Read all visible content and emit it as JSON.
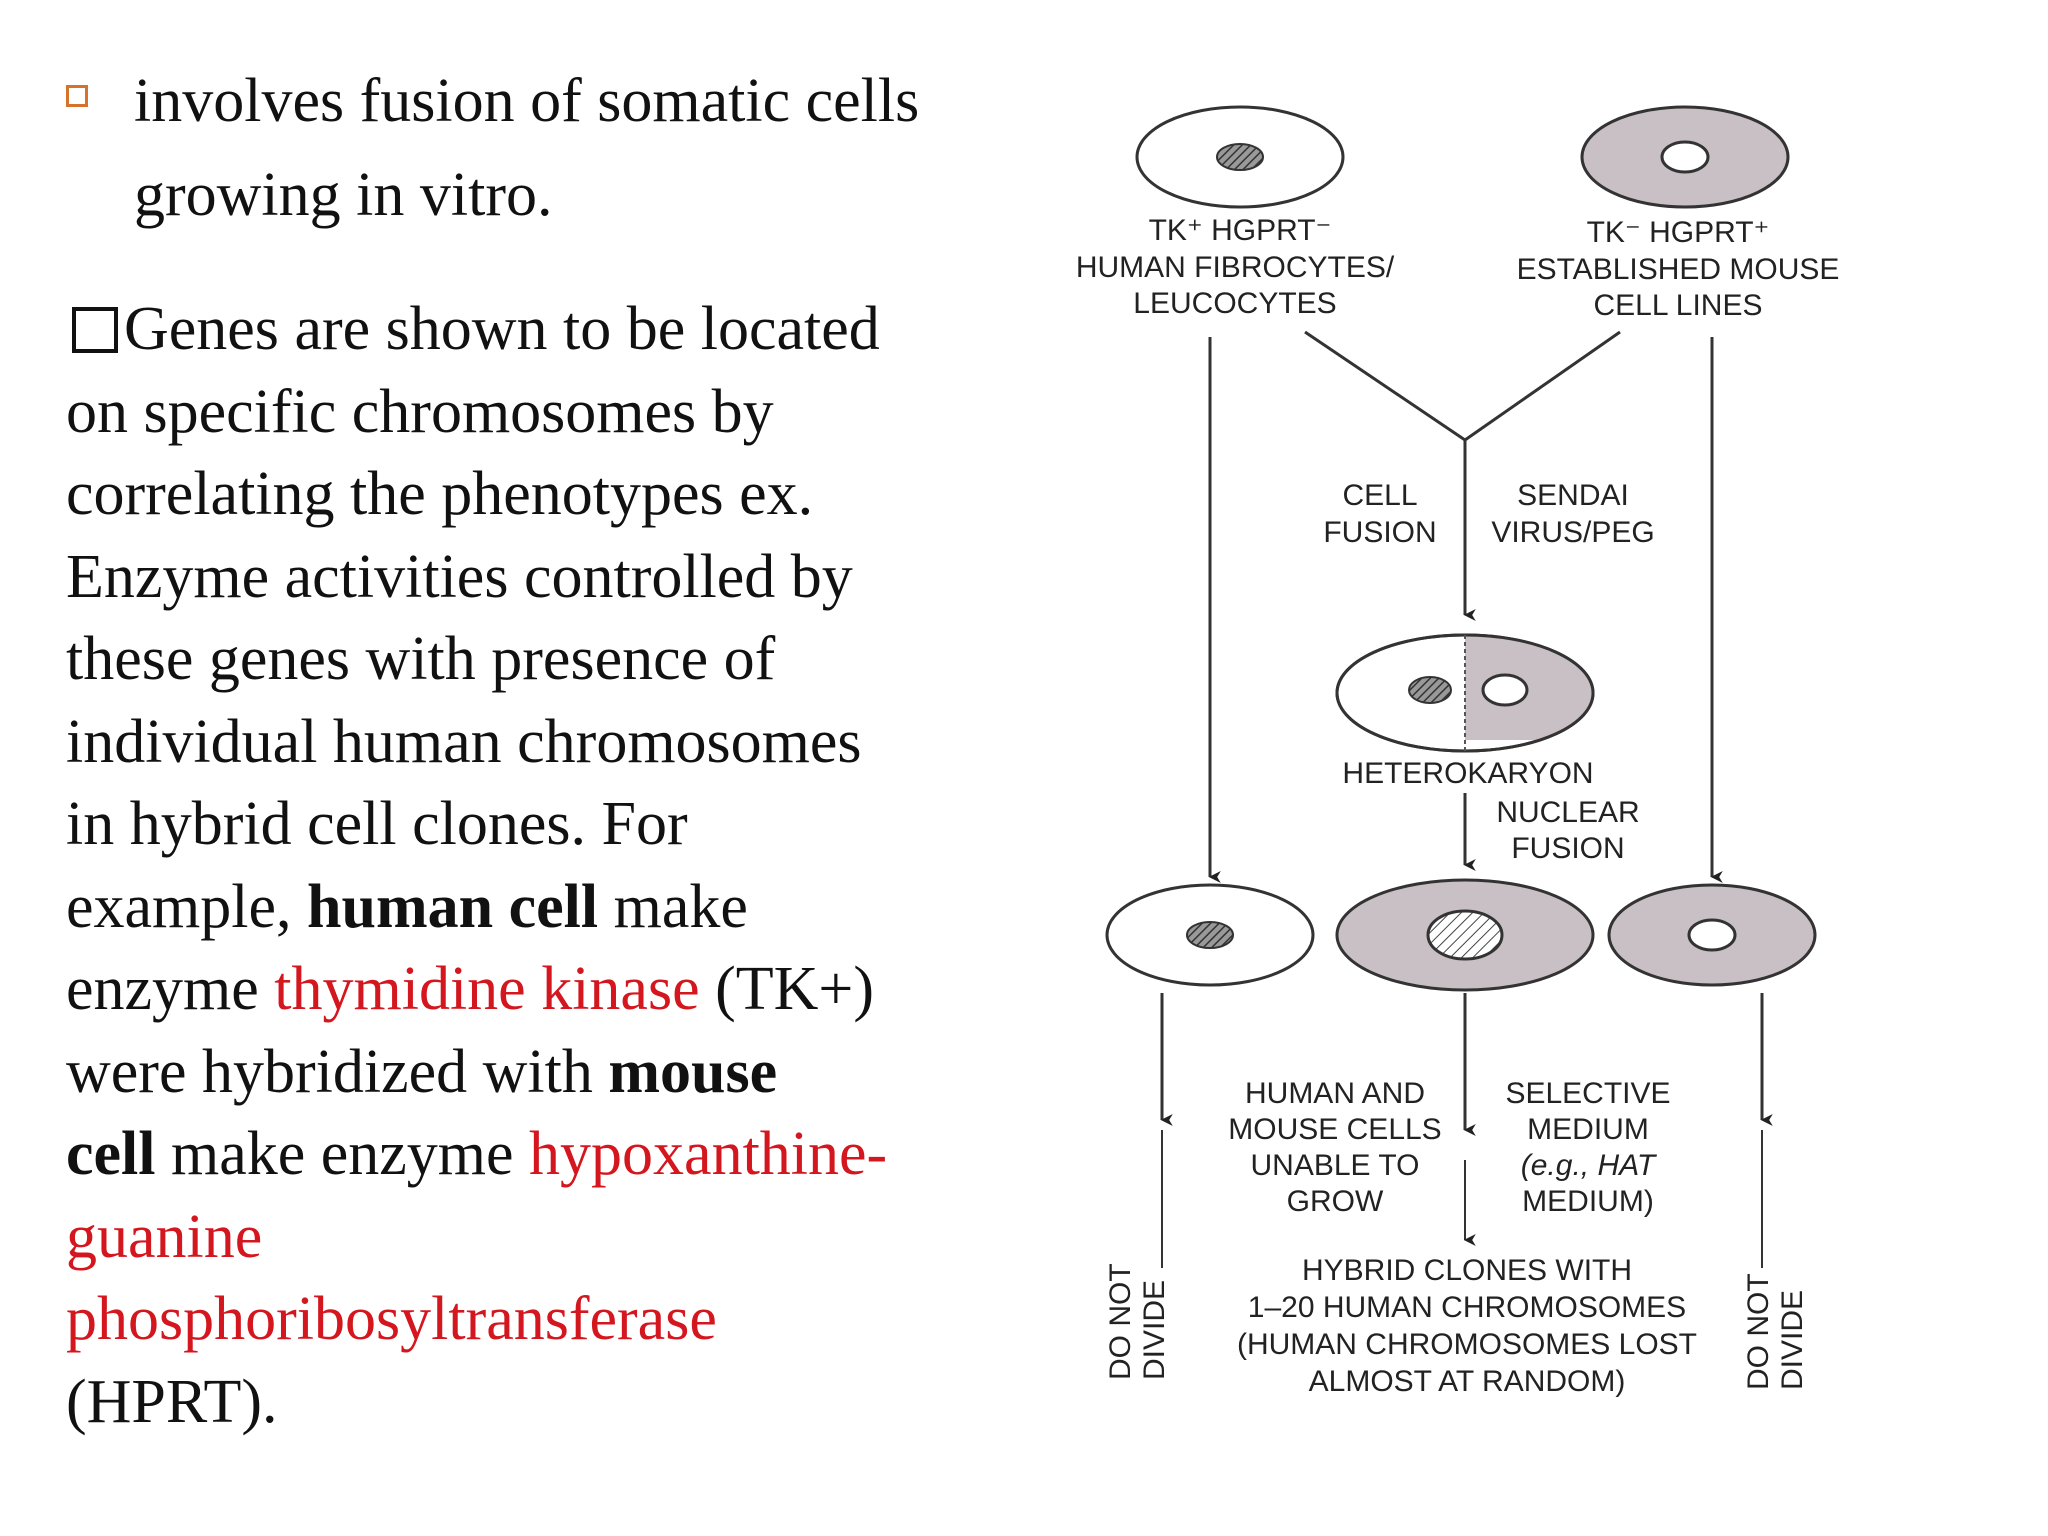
{
  "bullet": {
    "text_line1": "involves fusion of somatic cells",
    "text_line2": "growing in vitro."
  },
  "paragraph": {
    "line1": "Genes are shown to be located",
    "line2": "on  specific chromosomes by",
    "line3": "correlating the phenotypes ex.",
    "line4": "Enzyme activities controlled by",
    "line5": "these genes with presence of",
    "line6": "individual human chromosomes",
    "line7": "in hybrid cell clones. For",
    "line8_pre": "example, ",
    "line8_bold": "human cell",
    "line8_post": " make",
    "line9_pre": "enzyme ",
    "line9_red": "thymidine kinase",
    "line9_post": " (TK+)",
    "line10_pre": "were hybridized with  ",
    "line10_bold": "mouse",
    "line11_bold": "cell",
    "line11_pre": " make enzyme ",
    "line11_red": "hypoxanthine-",
    "line12_red": "guanine",
    "line13_red": "phosphoribosyltransferase",
    "line14": "(HPRT)."
  },
  "diagram": {
    "human_genotype": "TK⁺ HGPRT⁻",
    "human_line1": "HUMAN FIBROCYTES/",
    "human_line2": "LEUCOCYTES",
    "mouse_genotype": "TK⁻ HGPRT⁺",
    "mouse_line1": "ESTABLISHED MOUSE",
    "mouse_line2": "CELL LINES",
    "fusion_left1": "CELL",
    "fusion_left2": "FUSION",
    "fusion_right1": "SENDAI",
    "fusion_right2": "VIRUS/PEG",
    "heterokaryon": "HETEROKARYON",
    "nuclear1": "NUCLEAR",
    "nuclear2": "FUSION",
    "unable1": "HUMAN AND",
    "unable2": "MOUSE CELLS",
    "unable3": "UNABLE TO",
    "unable4": "GROW",
    "selective1": "SELECTIVE",
    "selective2": "MEDIUM",
    "selective3": "(e.g., HAT",
    "selective4": "MEDIUM)",
    "hybrid1": "HYBRID CLONES WITH",
    "hybrid2": "1–20 HUMAN CHROMOSOMES",
    "hybrid3": "(HUMAN CHROMOSOMES LOST",
    "hybrid4": "ALMOST AT RANDOM)",
    "do_not1": "DO NOT",
    "do_not2": "DIVIDE"
  },
  "colors": {
    "bullet_marker": "#d6722c",
    "highlight_red": "#d4161f",
    "mouse_cell_fill": "#c9c0c5"
  }
}
